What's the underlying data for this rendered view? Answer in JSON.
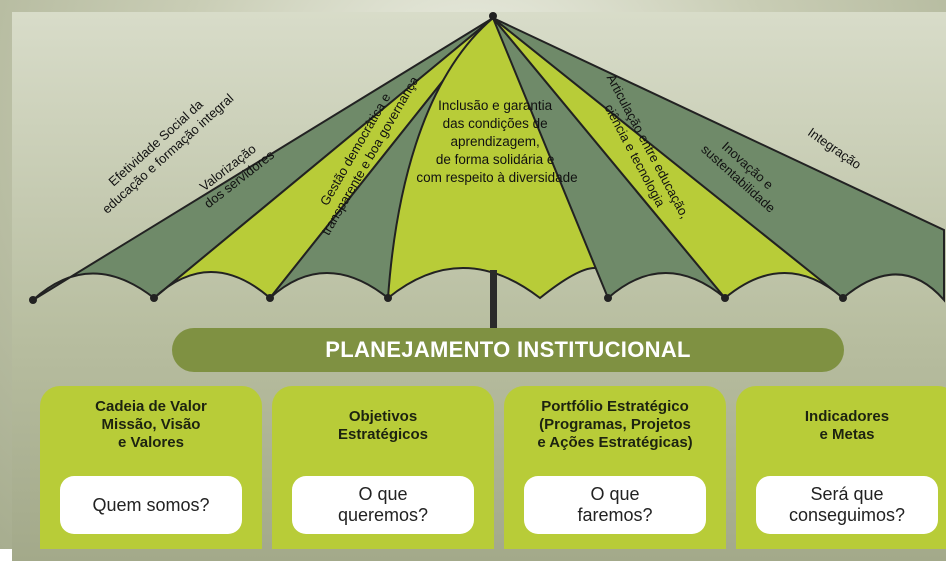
{
  "umbrella": {
    "panels": [
      {
        "text": "Efetividade Social da\neducação e formação integral"
      },
      {
        "text": "Valorização\ndos servidores"
      },
      {
        "text": "Gestão democrática e\ntransparente e boa governança"
      },
      {
        "text": "Inclusão e garantia\ndas condições de\naprendizagem,\nde forma solidária e\ncom respeito à diversidade"
      },
      {
        "text": "Articulação entre educação,\nciência e tecnologia"
      },
      {
        "text": "Inovação e\nsustentabilidade"
      },
      {
        "text": "Integração"
      }
    ]
  },
  "banner": {
    "title": "PLANEJAMENTO INSTITUCIONAL"
  },
  "cards": [
    {
      "title": "Cadeia de Valor\nMissão, Visão\ne Valores",
      "question": "Quem somos?"
    },
    {
      "title": "Objetivos\nEstratégicos",
      "question": "O que\nqueremos?"
    },
    {
      "title": "Portfólio Estratégico\n(Programas, Projetos\ne Ações Estratégicas)",
      "question": "O que\nfaremos?"
    },
    {
      "title": "Indicadores\ne Metas",
      "question": "Será que\nconseguimos?"
    }
  ],
  "colors": {
    "green_dark": "#6f8a69",
    "green_light": "#b8cc38",
    "banner": "#7f9142"
  }
}
